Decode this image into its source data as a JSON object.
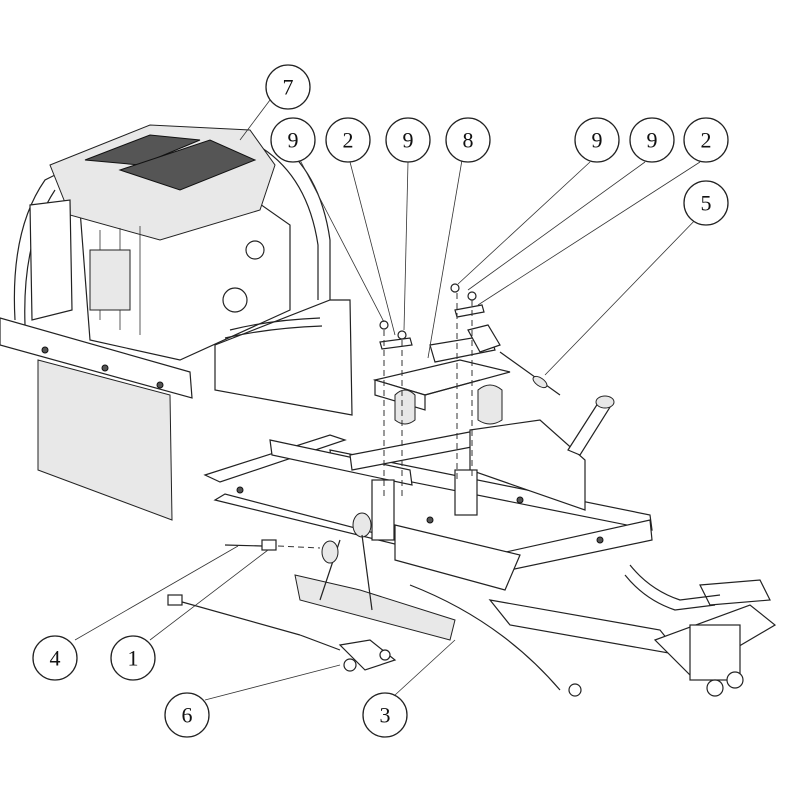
{
  "callouts": [
    {
      "id": "c7a",
      "label": "7"
    },
    {
      "id": "c9a",
      "label": "9"
    },
    {
      "id": "c2a",
      "label": "2"
    },
    {
      "id": "c9b",
      "label": "9"
    },
    {
      "id": "c8",
      "label": "8"
    },
    {
      "id": "c9c",
      "label": "9"
    },
    {
      "id": "c9d",
      "label": "9"
    },
    {
      "id": "c2b",
      "label": "2"
    },
    {
      "id": "c5",
      "label": "5"
    },
    {
      "id": "c4",
      "label": "4"
    },
    {
      "id": "c1",
      "label": "1"
    },
    {
      "id": "c6",
      "label": "6"
    },
    {
      "id": "c3",
      "label": "3"
    }
  ]
}
